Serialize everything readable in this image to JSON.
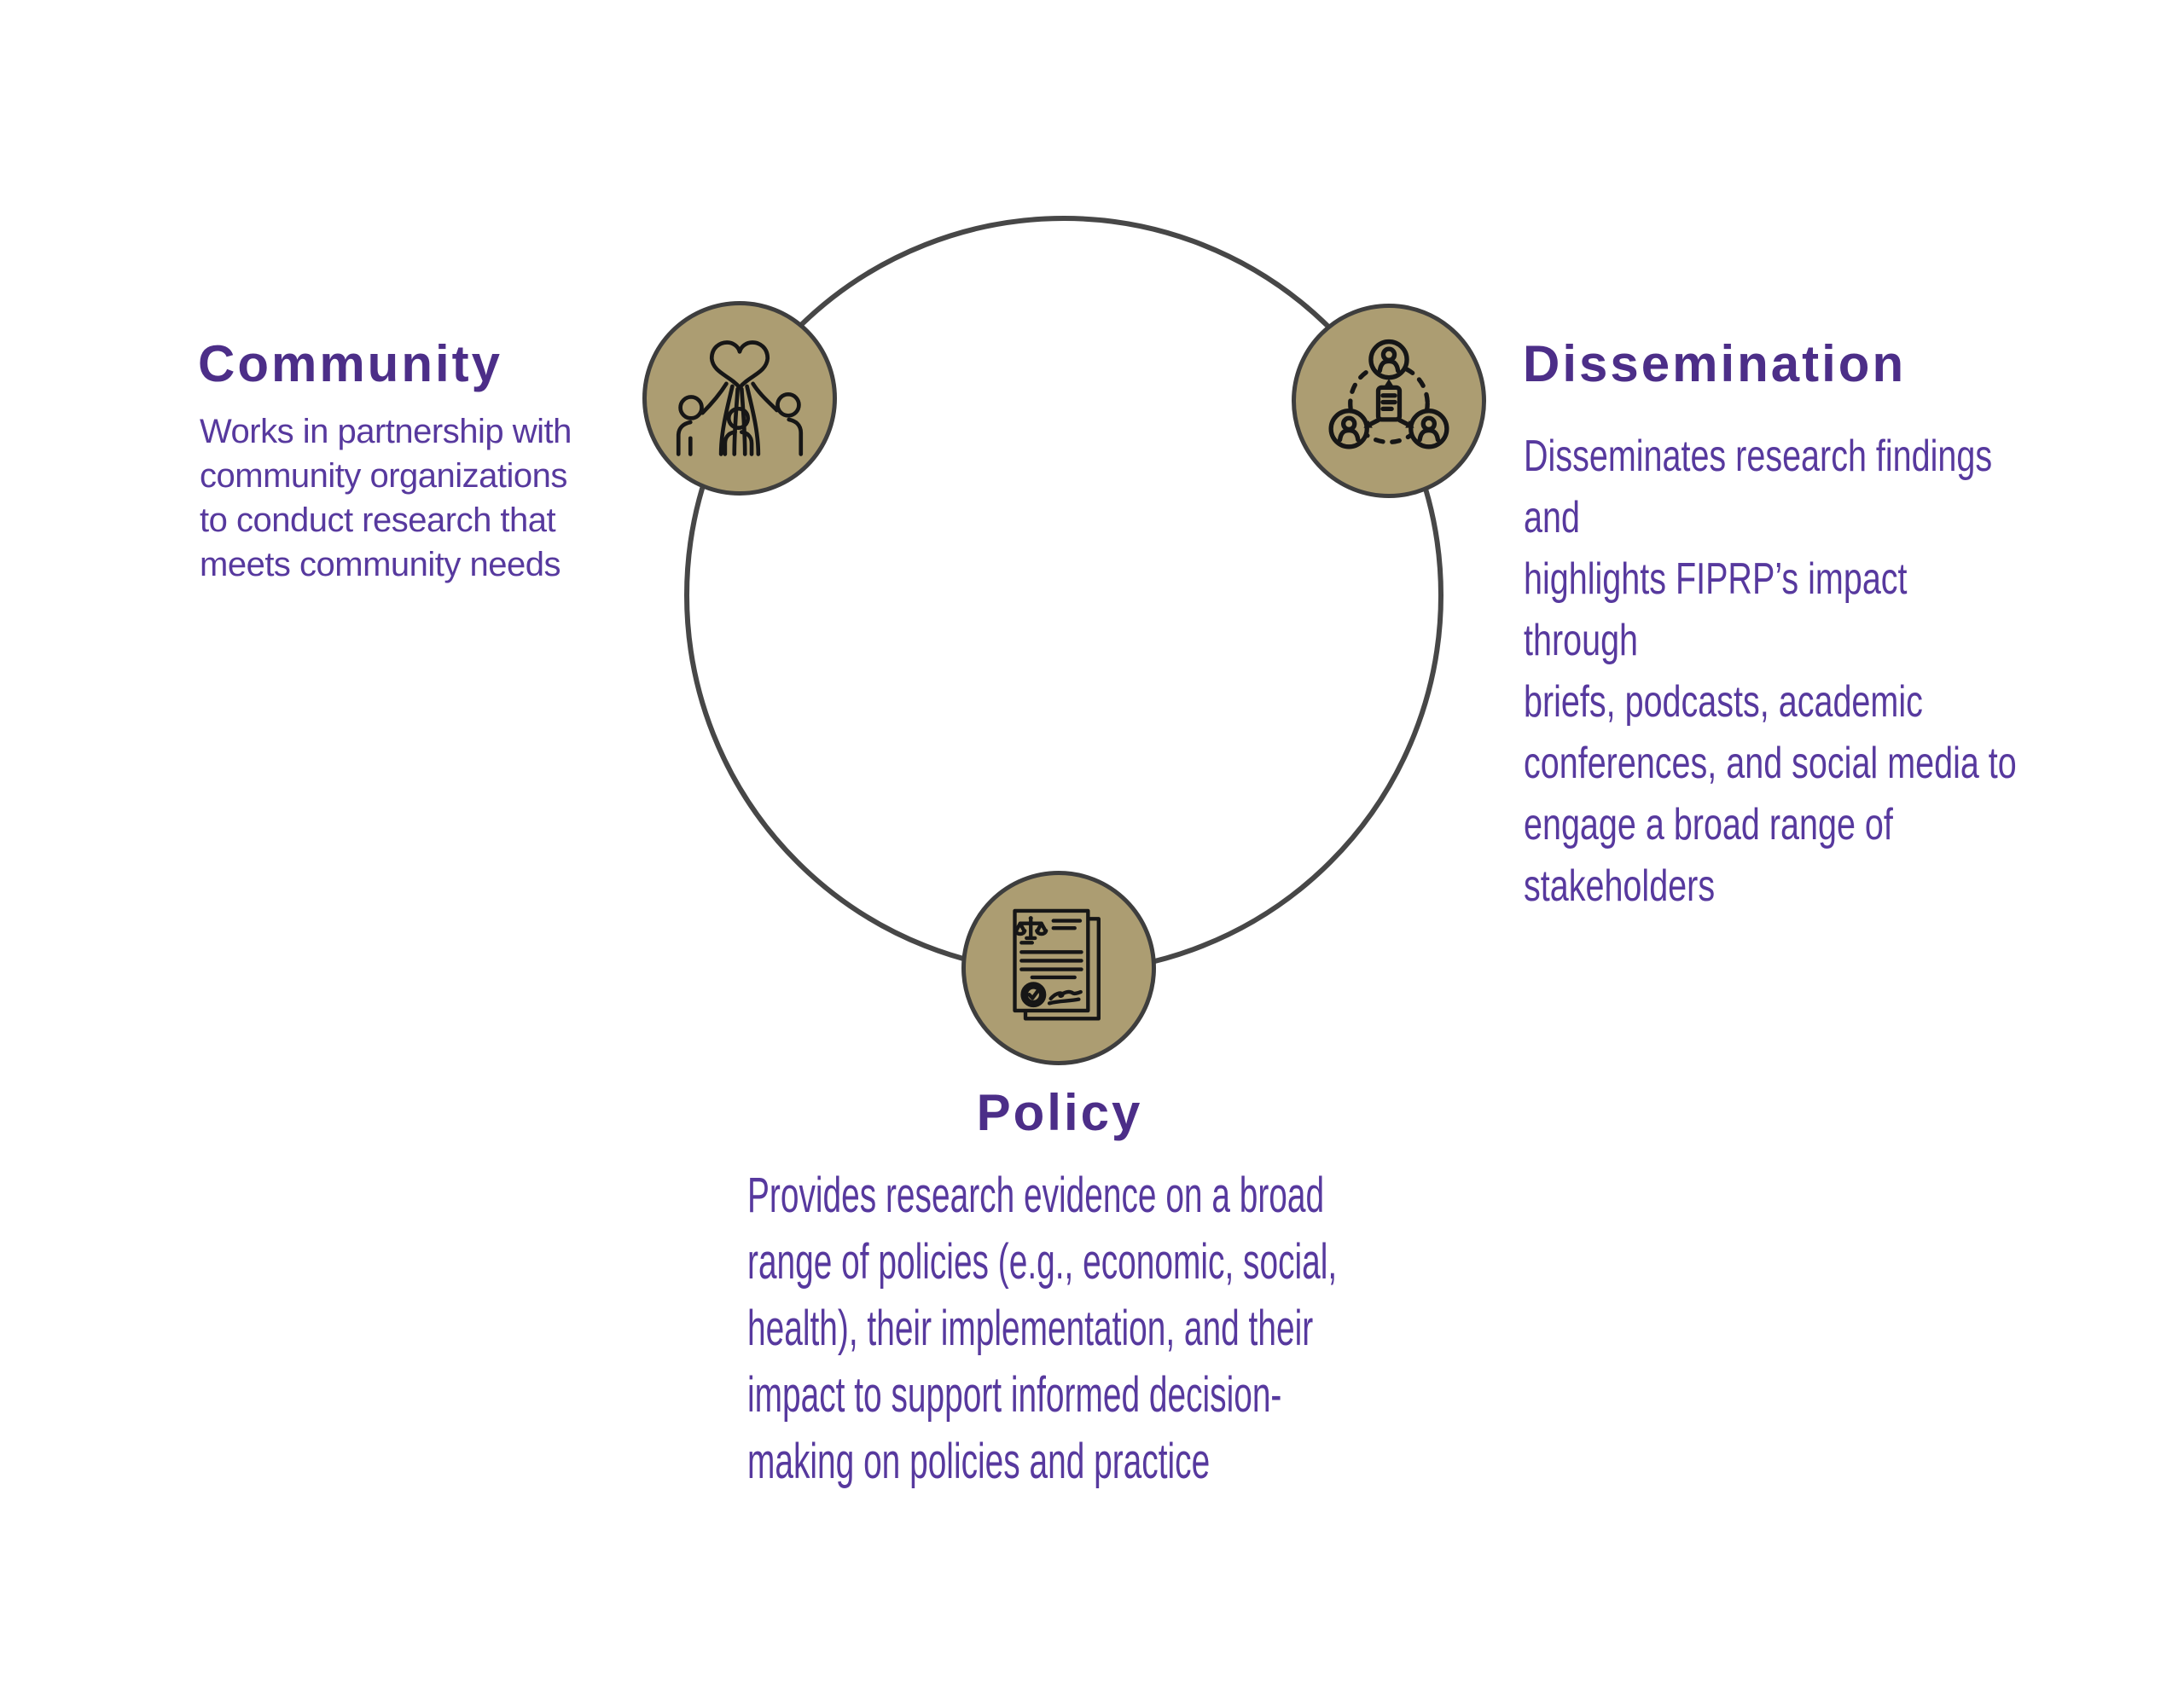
{
  "figure": {
    "type": "cycle-diagram",
    "colors": {
      "title": "#4C2E88",
      "body_text": "#57399E",
      "node_fill": "#AC9D72",
      "outline": "#3E3E3E",
      "ring": "#474747",
      "icon_stroke": "#161616",
      "background": "#FFFFFF"
    },
    "nodes": [
      {
        "title": "Community",
        "description": "Works in partnership with\ncommunity organizations\nto conduct research that\nmeets community needs",
        "icon": "hands-raising-heart-icon"
      },
      {
        "title": "Dissemination",
        "description": "Disseminates research findings and\nhighlights FIPRP’s impact through\nbriefs, podcasts, academic\nconferences, and social media to\nengage a broad range of\nstakeholders",
        "icon": "people-network-share-icon"
      },
      {
        "title": "Policy",
        "description": "Provides research evidence on a broad\nrange of policies (e.g., economic, social,\nhealth), their implementation, and their\nimpact to support informed decision-\nmaking on policies and practice",
        "icon": "legal-document-icon"
      }
    ]
  }
}
